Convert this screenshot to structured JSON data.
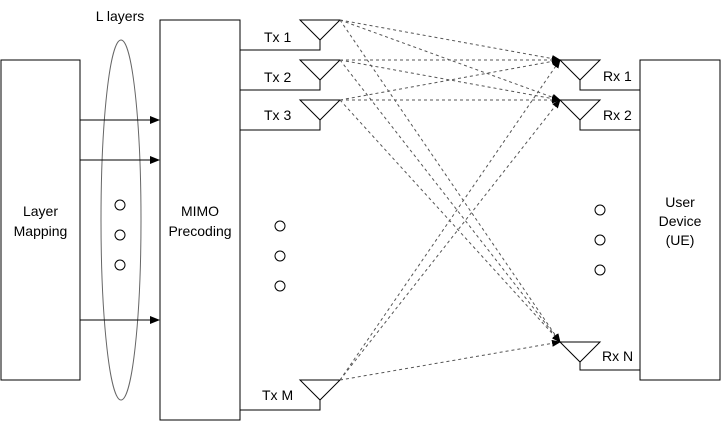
{
  "layers_label": "L layers",
  "layer_mapping": {
    "line1": "Layer",
    "line2": "Mapping"
  },
  "mimo_precoding": {
    "line1": "MIMO",
    "line2": "Precoding"
  },
  "user_device": {
    "line1": "User",
    "line2": "Device",
    "line3": "(UE)"
  },
  "tx_antennas": [
    {
      "label": "Tx 1"
    },
    {
      "label": "Tx 2"
    },
    {
      "label": "Tx 3"
    },
    {
      "label": "Tx M"
    }
  ],
  "rx_antennas": [
    {
      "label": "Rx 1"
    },
    {
      "label": "Rx 2"
    },
    {
      "label": "Rx N"
    }
  ]
}
